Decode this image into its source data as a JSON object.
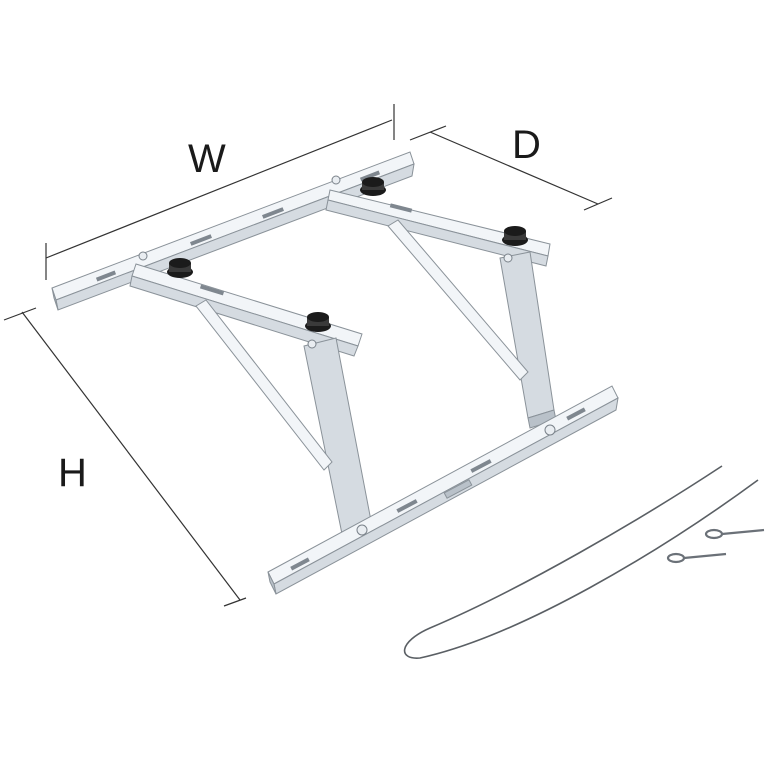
{
  "dimensions": {
    "width_label": "W",
    "depth_label": "D",
    "height_label": "H"
  },
  "colors": {
    "metal_light": "#f2f5f8",
    "metal_mid": "#d5dbe1",
    "metal_dark": "#b9c1c9",
    "foot_rubber": "#1b1b1b",
    "wire": "#5a5f64"
  },
  "parts": {
    "icons": [
      "mounting-bracket-icon",
      "rubber-foot-icon",
      "tie-wire-icon",
      "eye-pin-icon"
    ]
  }
}
